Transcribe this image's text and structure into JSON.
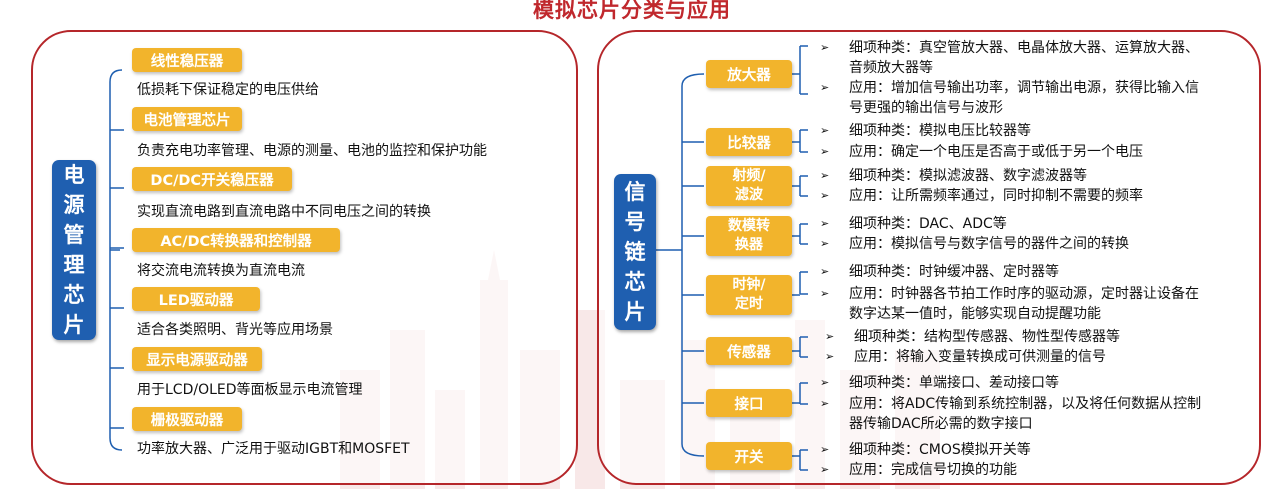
{
  "title": "模拟芯片分类与应用",
  "colors": {
    "accent": "#c0282d",
    "blue": "#1f5fb0",
    "tag": "#f2b42c"
  },
  "left": {
    "label": [
      "电",
      "源",
      "管",
      "理",
      "芯",
      "片"
    ],
    "items": [
      {
        "tag": "线性稳压器",
        "desc": "低损耗下保证稳定的电压供给"
      },
      {
        "tag": "电池管理芯片",
        "desc": "负责充电功率管理、电源的测量、电池的监控和保护功能"
      },
      {
        "tag": "DC/DC开关稳压器",
        "desc": "实现直流电路到直流电路中不同电压之间的转换"
      },
      {
        "tag": "AC/DC转换器和控制器",
        "desc": "将交流电流转换为直流电流"
      },
      {
        "tag": "LED驱动器",
        "desc": "适合各类照明、背光等应用场景"
      },
      {
        "tag": "显示电源驱动器",
        "desc": "用于LCD/OLED等面板显示电流管理"
      },
      {
        "tag": "栅极驱动器",
        "desc": "功率放大器、广泛用于驱动IGBT和MOSFET"
      }
    ]
  },
  "right": {
    "label": [
      "信",
      "号",
      "链",
      "芯",
      "片"
    ],
    "bullet_icon": "arrow-right-icon",
    "items": [
      {
        "tag": [
          "放大器"
        ],
        "b1": "细项种类：真空管放大器、电晶体放大器、运算放大器、音频放大器等",
        "b2": "应用：增加信号输出功率，调节输出电源，获得比输入信号更强的输出信号与波形"
      },
      {
        "tag": [
          "比较器"
        ],
        "b1": "细项种类：模拟电压比较器等",
        "b2": "应用：确定一个电压是否高于或低于另一个电压"
      },
      {
        "tag": [
          "射频/",
          "滤波"
        ],
        "b1": "细项种类：模拟滤波器、数字滤波器等",
        "b2": "应用：让所需频率通过，同时抑制不需要的频率"
      },
      {
        "tag": [
          "数模转",
          "换器"
        ],
        "b1": "细项种类：DAC、ADC等",
        "b2": "应用：模拟信号与数字信号的器件之间的转换"
      },
      {
        "tag": [
          "时钟/",
          "定时"
        ],
        "b1": "细项种类：时钟缓冲器、定时器等",
        "b2": "应用：时钟器各节拍工作时序的驱动源，定时器让设备在数字达某一值时，能够实现自动提醒功能"
      },
      {
        "tag": [
          "传感器"
        ],
        "b1": "细项种类：结构型传感器、物性型传感器等",
        "b2": "应用：将输入变量转换成可供测量的信号"
      },
      {
        "tag": [
          "接口"
        ],
        "b1": "细项种类：单端接口、差动接口等",
        "b2": "应用：将ADC传输到系统控制器，以及将任何数据从控制器传输DAC所必需的数字接口"
      },
      {
        "tag": [
          "开关"
        ],
        "b1": "细项种类：CMOS模拟开关等",
        "b2": "应用：完成信号切换的功能"
      }
    ]
  }
}
